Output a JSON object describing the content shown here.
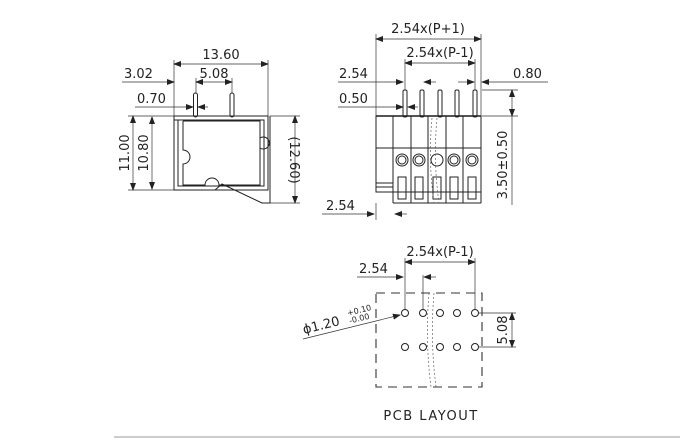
{
  "side_view": {
    "overall_width": "13.60",
    "offset": "3.02",
    "pin_pitch": "5.08",
    "pin_width": "0.70",
    "height_total": "11.00",
    "height_body": "10.80",
    "height_ref": "(12.60)"
  },
  "front_view": {
    "overall_length": "2.54x(P+1)",
    "pin_span": "2.54x(P-1)",
    "pitch": "2.54",
    "pin_thickness": "0.50",
    "pin_offset": "0.80",
    "pin_length": "3.50±0.50",
    "bottom_pitch": "2.54"
  },
  "pcb_layout": {
    "pin_span": "2.54x(P-1)",
    "pitch": "2.54",
    "hole_diameter": "ϕ1.20",
    "tol_plus": "+0.10",
    "tol_minus": "-0.00",
    "row_spacing": "5.08",
    "caption": "PCB LAYOUT"
  }
}
